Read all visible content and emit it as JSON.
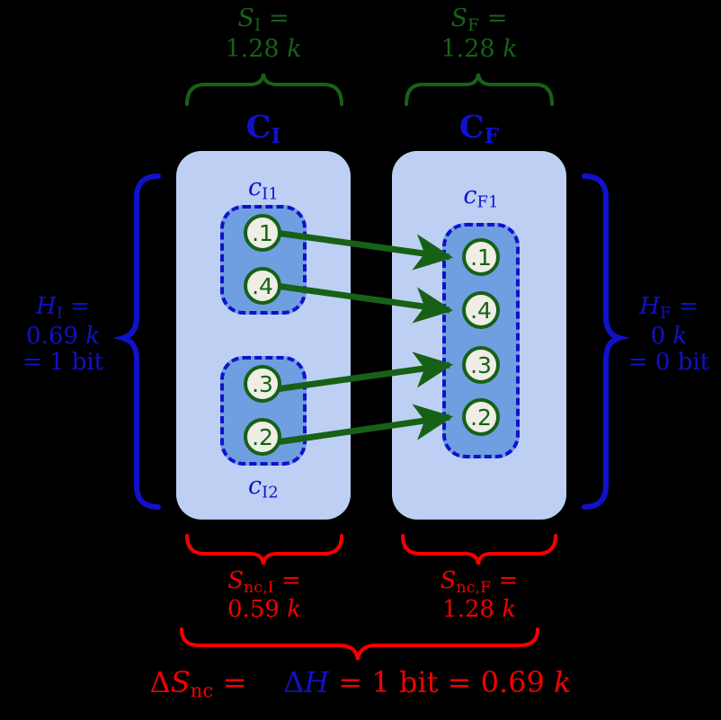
{
  "colors": {
    "green": "#176117",
    "blue": "#1111cc",
    "red": "#f50000",
    "outer_box_fill": "#bdd0f3",
    "inner_box_fill": "#6f9fe0",
    "node_fill": "#eeeee4",
    "background": "#000000"
  },
  "top_labels": {
    "initial": {
      "symbol": "S",
      "subscript": "I",
      "eq": "=",
      "value": "1.28",
      "unit": "k"
    },
    "final": {
      "symbol": "S",
      "subscript": "F",
      "eq": "=",
      "value": "1.28",
      "unit": "k"
    }
  },
  "column_titles": {
    "initial": {
      "symbol": "C",
      "subscript": "I"
    },
    "final": {
      "symbol": "C",
      "subscript": "F"
    }
  },
  "side_labels": {
    "left": {
      "symbol": "H",
      "subscript": "I",
      "eq": "=",
      "line2": "0.69",
      "unit": "k",
      "line3": "= 1 bit"
    },
    "right": {
      "symbol": "H",
      "subscript": "F",
      "eq": "=",
      "line2": "0",
      "unit": "k",
      "line3": "= 0 bit"
    }
  },
  "bottom_labels": {
    "initial": {
      "symbol": "S",
      "subscript": "nc,I",
      "eq": "=",
      "value": "0.59",
      "unit": "k"
    },
    "final": {
      "symbol": "S",
      "subscript": "nc,F",
      "eq": "=",
      "value": "1.28",
      "unit": "k"
    }
  },
  "final_equation": {
    "part1_delta": "Δ",
    "part1_symbol": "S",
    "part1_subscript": "nc",
    "part1_eq": "=",
    "part2_delta": "Δ",
    "part2_symbol": "H",
    "part3": "= 1 bit = 0.69",
    "part3_unit": "k"
  },
  "clusters": [
    {
      "id": "c-I1",
      "label_symbol": "c",
      "label_subscript": "I1",
      "label_position": "top",
      "column": "initial",
      "nodes": [
        {
          "value": ".1"
        },
        {
          "value": ".4"
        }
      ]
    },
    {
      "id": "c-I2",
      "label_symbol": "c",
      "label_subscript": "I2",
      "label_position": "bottom",
      "column": "initial",
      "nodes": [
        {
          "value": ".3"
        },
        {
          "value": ".2"
        }
      ]
    },
    {
      "id": "c-F1",
      "label_symbol": "c",
      "label_subscript": "F1",
      "label_position": "top",
      "column": "final",
      "nodes": [
        {
          "value": ".1"
        },
        {
          "value": ".4"
        },
        {
          "value": ".3"
        },
        {
          "value": ".2"
        }
      ]
    }
  ],
  "mappings": [
    {
      "from": ".1",
      "to": ".1"
    },
    {
      "from": ".4",
      "to": ".4"
    },
    {
      "from": ".3",
      "to": ".3"
    },
    {
      "from": ".2",
      "to": ".2"
    }
  ]
}
